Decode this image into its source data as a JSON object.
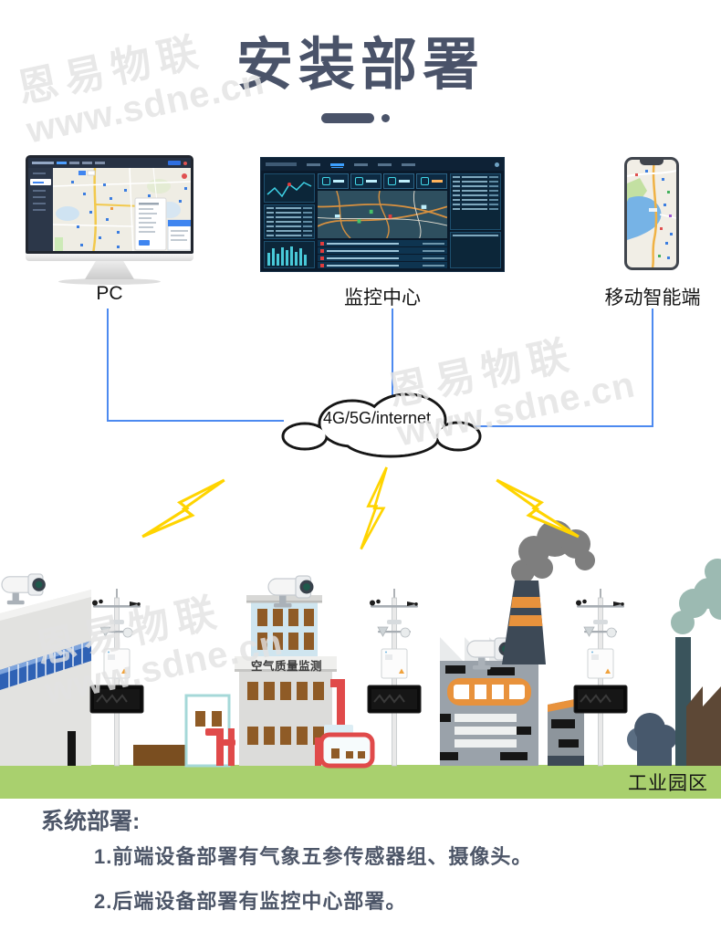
{
  "watermark": {
    "line1": "恩易物联",
    "line2": "www.sdne.cn"
  },
  "header": {
    "title": "安装部署"
  },
  "devices": {
    "pc_label": "PC",
    "monitor_label": "监控中心",
    "mobile_label": "移动智能端"
  },
  "network": {
    "cloud_label": "4G/5G/internet"
  },
  "scene": {
    "building_sign": "空气质量监测",
    "zone_label": "工业园区"
  },
  "footer": {
    "heading": "系统部署:",
    "items": [
      "1.前端设备部署有气象五参传感器组、摄像头。",
      "2.后端设备部署有监控中心部署。"
    ]
  },
  "colors": {
    "title_slate": "#4a5369",
    "connector_blue": "#4d8af0",
    "bolt_yellow": "#ffd400",
    "ground_green": "#a9d06e",
    "pipe_red": "#e04a4a",
    "factory_orange": "#e8923c"
  }
}
